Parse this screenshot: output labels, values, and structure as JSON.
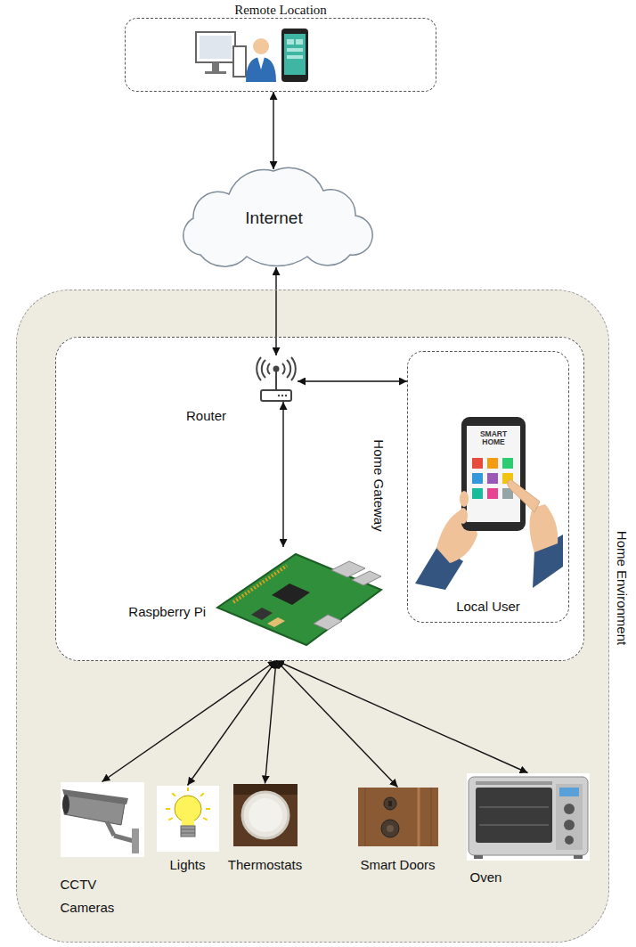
{
  "diagram": {
    "nodes": [
      {
        "text": [
          "Remote Location"
        ]
      },
      {
        "text": [
          "Internet"
        ]
      },
      {
        "text": [
          "Home Environment"
        ]
      },
      {
        "text": [
          "Home Gateway"
        ],
        "in": 2
      },
      {
        "text": [
          "Router"
        ],
        "in": 3
      },
      {
        "text": [
          "Raspberry Pi"
        ],
        "in": 3
      },
      {
        "text": [
          "Local User"
        ],
        "in": 3
      },
      {
        "text": [
          "CCTV Cameras"
        ],
        "in": 2
      },
      {
        "text": [
          "Lights"
        ],
        "in": 2
      },
      {
        "text": [
          "Thermostats"
        ],
        "in": 2
      },
      {
        "text": [
          "Smart Doors"
        ],
        "in": 2
      },
      {
        "text": [
          "Oven"
        ],
        "in": 2
      }
    ],
    "edges": [
      {
        "from": 0,
        "to": 1,
        "arrow": "both"
      },
      {
        "from": 1,
        "to": 4,
        "arrow": "both"
      },
      {
        "from": 4,
        "to": 6,
        "arrow": "both"
      },
      {
        "from": 4,
        "to": 5,
        "arrow": "both"
      },
      {
        "from": 3,
        "to": 7,
        "arrow": "both"
      },
      {
        "from": 3,
        "to": 8,
        "arrow": "both"
      },
      {
        "from": 3,
        "to": 9,
        "arrow": "both"
      },
      {
        "from": 3,
        "to": 10,
        "arrow": "both"
      },
      {
        "from": 3,
        "to": 11,
        "arrow": "both"
      }
    ],
    "labels": [
      "SMART HOME"
    ]
  }
}
